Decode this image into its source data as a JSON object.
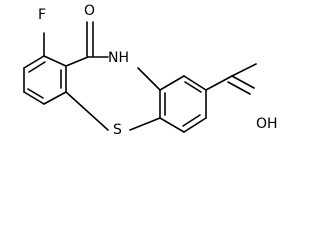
{
  "molecule": {
    "atom_labels": {
      "fluorine": "F",
      "carbonyl_oxygen": "O",
      "amide_nh": "NH",
      "sulfur": "S",
      "hydroxyl": "OH"
    }
  }
}
